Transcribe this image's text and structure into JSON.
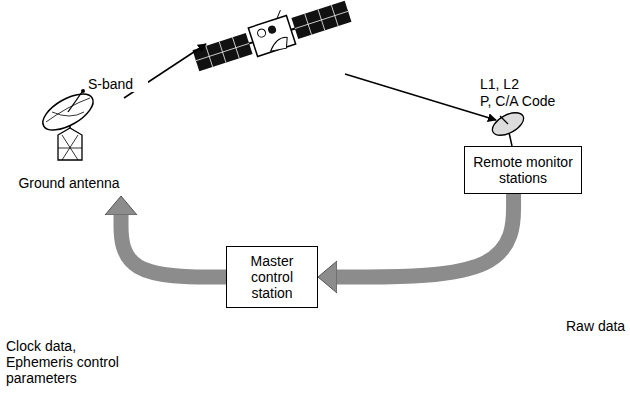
{
  "diagram": {
    "nodes": [
      {
        "text": [
          "Ground antenna"
        ]
      },
      {
        "text": [
          "Remote monitor stations"
        ]
      },
      {
        "text": [
          "Master control station"
        ]
      }
    ],
    "edges": [
      {
        "from": 1,
        "to": 2,
        "arrow": "to",
        "label": "Raw data"
      },
      {
        "from": 2,
        "to": 0,
        "arrow": "to",
        "label": "Clock data, Ephemeris control parameters"
      }
    ],
    "labels": [
      "S-band",
      "L1, L2",
      "P, C/A Code"
    ]
  }
}
